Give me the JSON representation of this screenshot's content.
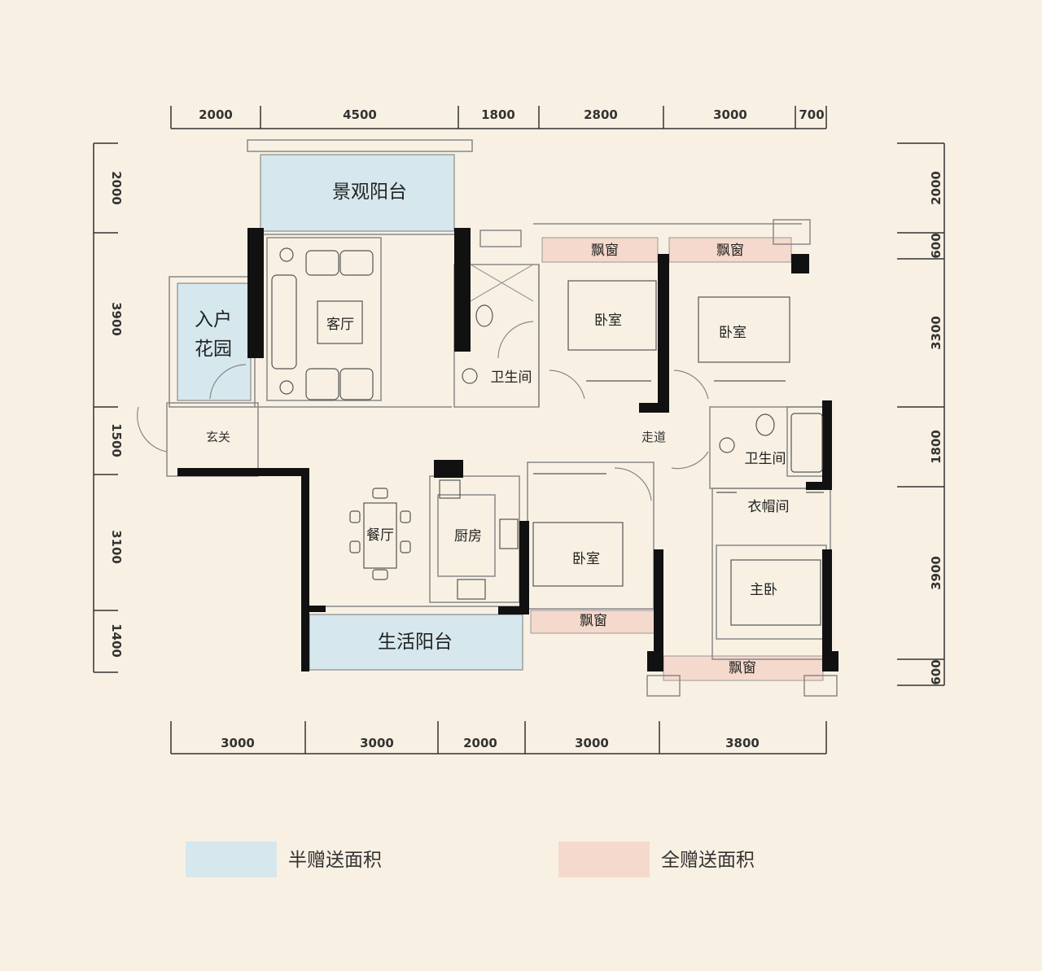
{
  "dimensions": {
    "top": [
      "2000",
      "4500",
      "1800",
      "2800",
      "3000",
      "700"
    ],
    "bottom": [
      "3000",
      "3000",
      "2000",
      "3000",
      "3800"
    ],
    "left": [
      "2000",
      "3900",
      "1500",
      "3100",
      "1400"
    ],
    "right": [
      "2000",
      "600",
      "3300",
      "1800",
      "3900",
      "600"
    ]
  },
  "rooms": {
    "landscape_balcony": "景观阳台",
    "entry_garden_line1": "入户",
    "entry_garden_line2": "花园",
    "living_room": "客厅",
    "bathroom_1": "卫生间",
    "bay_window_1": "飘窗",
    "bedroom_1": "卧室",
    "bay_window_2": "飘窗",
    "bedroom_2": "卧室",
    "foyer": "玄关",
    "corridor": "走道",
    "bathroom_2": "卫生间",
    "dining_room": "餐厅",
    "kitchen": "厨房",
    "bedroom_3": "卧室",
    "cloakroom": "衣帽间",
    "master_bedroom": "主卧",
    "bay_window_3": "飘窗",
    "bay_window_4": "飘窗",
    "service_balcony": "生活阳台"
  },
  "legend": [
    {
      "label": "半赠送面积",
      "color": "#d6e8ee"
    },
    {
      "label": "全赠送面积",
      "color": "#f5d9cc"
    }
  ],
  "colors": {
    "half_gift_area": "#d6e8ee",
    "full_gift_area": "#f5d9cc",
    "wall": "#111111",
    "background": "#f8f1e3"
  }
}
